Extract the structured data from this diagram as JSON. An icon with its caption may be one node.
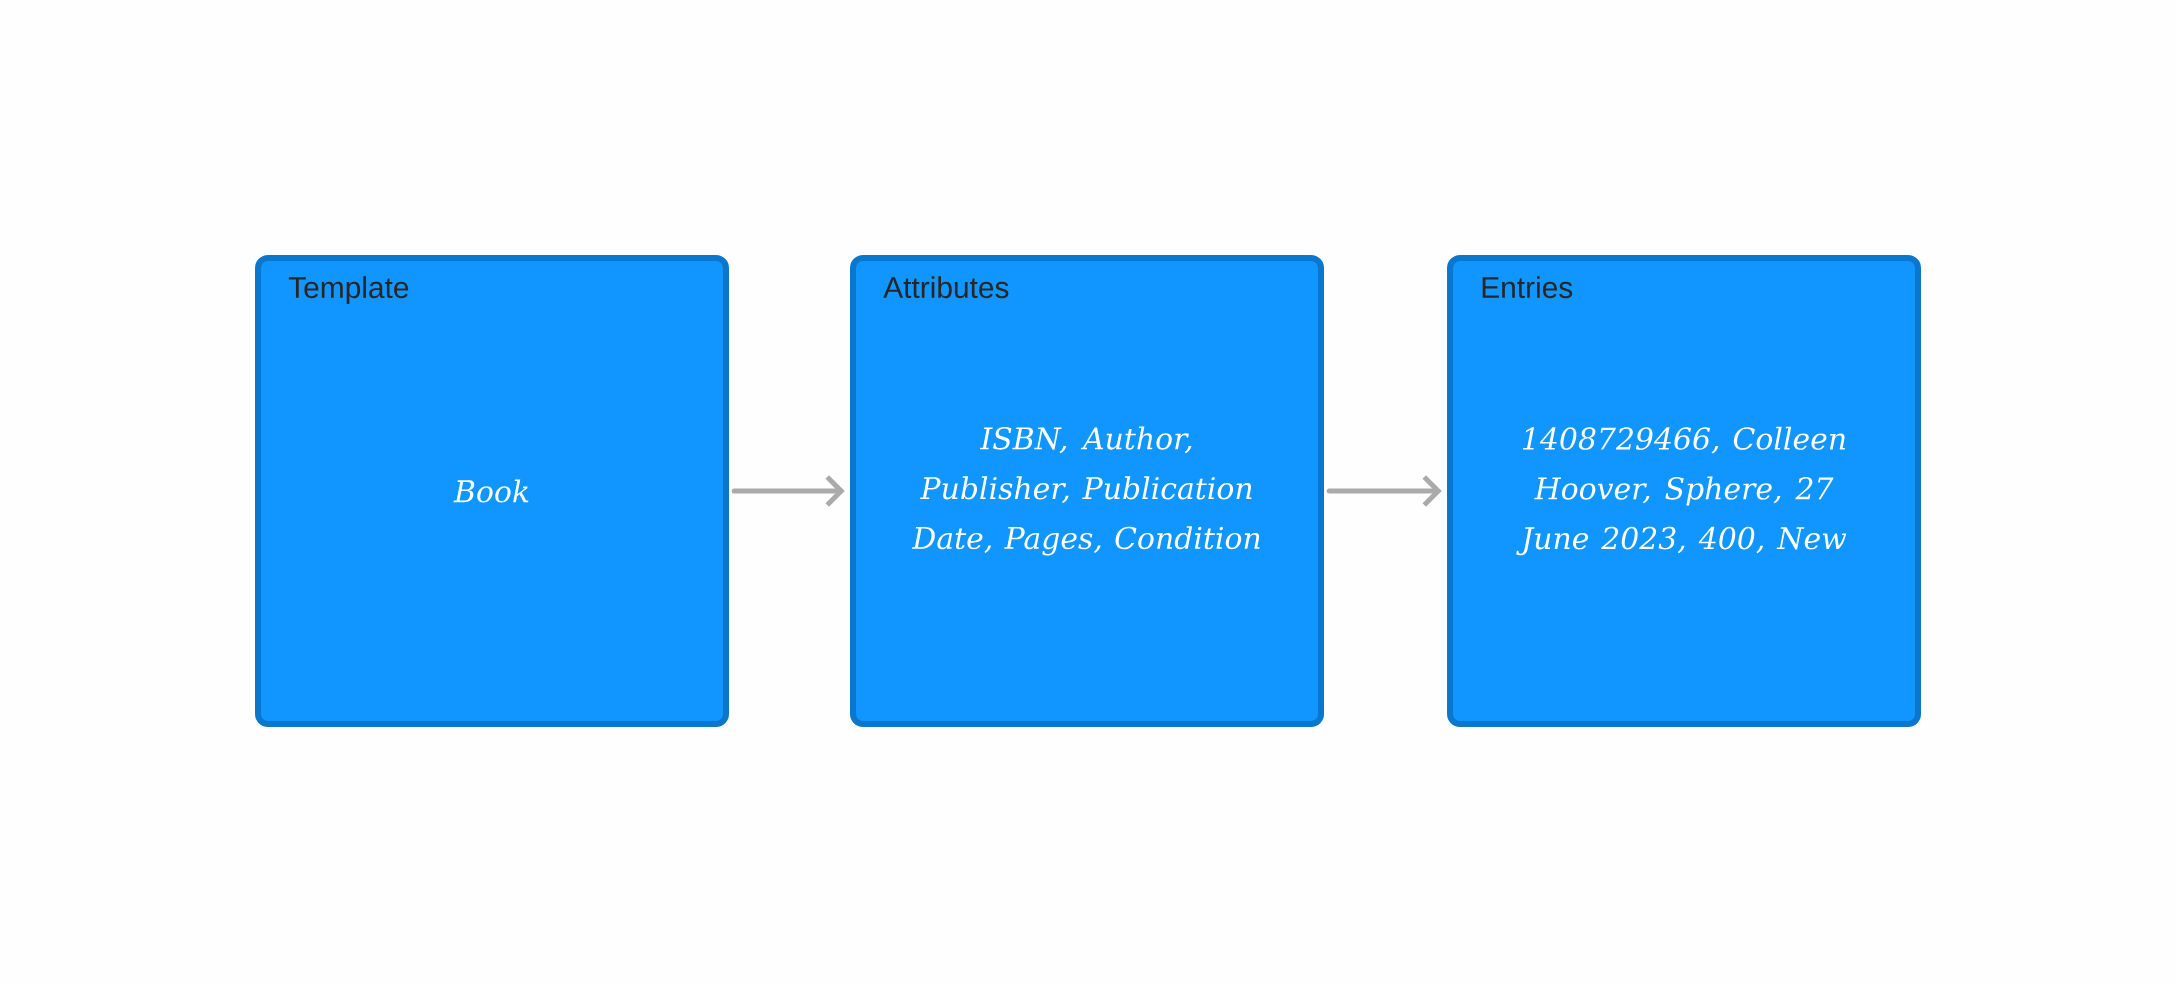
{
  "diagram": {
    "nodes": [
      {
        "text": [
          "Template",
          "Book"
        ]
      },
      {
        "text": [
          "Attributes",
          "ISBN, Author, Publisher, Publication Date, Pages, Condition"
        ]
      },
      {
        "text": [
          "Entries",
          "1408729466, Colleen Hoover, Sphere, 27 June 2023, 400, New"
        ]
      }
    ],
    "edges": [
      {
        "from": 0,
        "to": 1,
        "arrow": "to"
      },
      {
        "from": 1,
        "to": 2,
        "arrow": "to"
      }
    ]
  }
}
